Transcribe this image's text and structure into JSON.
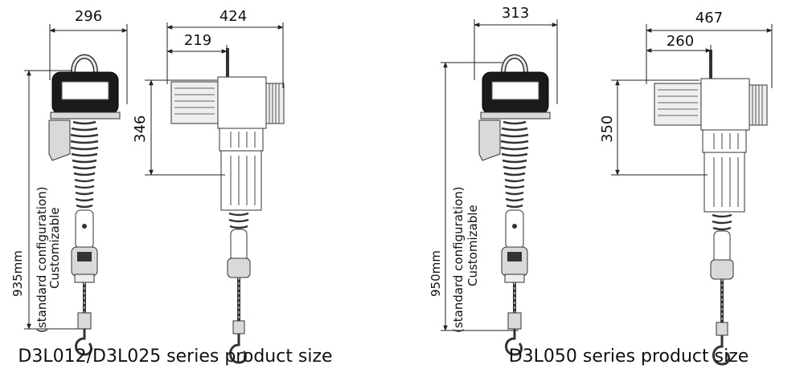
{
  "left": {
    "front_width": "296",
    "side_width": "424",
    "side_offset": "219",
    "side_height": "346",
    "total_height": "935mm",
    "config_note": "(standard configuration)",
    "custom_note": "Customizable",
    "caption": "D3L012/D3L025 series product size"
  },
  "right": {
    "front_width": "313",
    "side_width": "467",
    "side_offset": "260",
    "side_height": "350",
    "total_height": "950mm",
    "config_note": "(standard configuration)",
    "custom_note": "Customizable",
    "caption": "D3L050 series product size"
  }
}
